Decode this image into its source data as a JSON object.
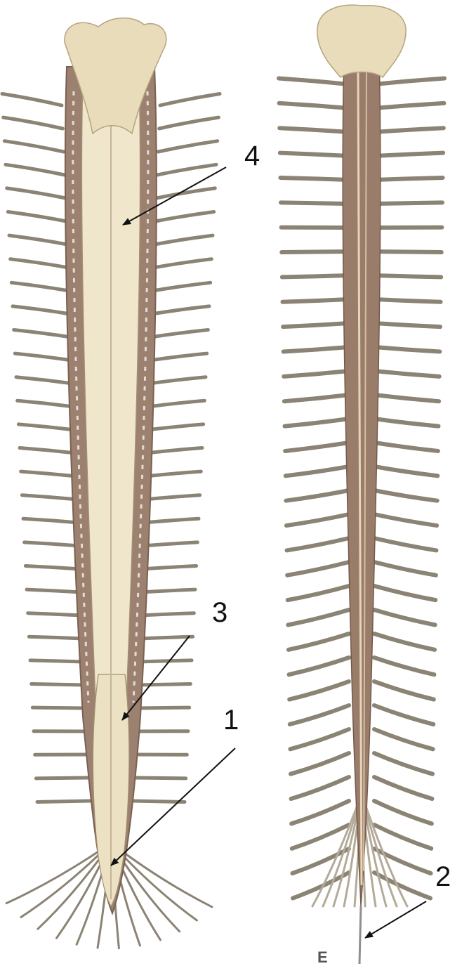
{
  "labels": {
    "label_1": "1",
    "label_2": "2",
    "label_3": "3",
    "label_4": "4"
  },
  "corner_letter": "E",
  "colors": {
    "background": "#ffffff",
    "cord": "#efe6cc",
    "cord_outline": "#a28f74",
    "dura": "#8f7463",
    "nerve_root": "#8b8374",
    "nerve_root_light": "#b4aa99",
    "brainstem": "#e9dcba",
    "label_text": "#111111",
    "arrow": "#111111"
  },
  "icons": {
    "left_figure": "spinal-cord-posterior-view",
    "right_figure": "spinal-cord-anterior-view"
  }
}
